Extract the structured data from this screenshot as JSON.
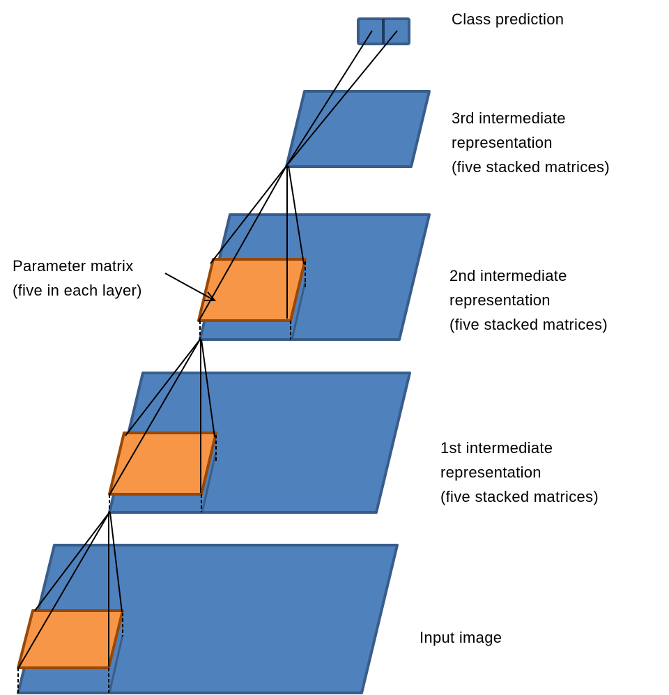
{
  "labels": {
    "class_prediction": "Class prediction",
    "layer3": [
      "3rd intermediate",
      "representation",
      "(five stacked matrices)"
    ],
    "layer2": [
      "2nd intermediate",
      "representation",
      "(five stacked matrices)"
    ],
    "layer1": [
      "1st intermediate",
      "representation",
      "(five stacked matrices)"
    ],
    "input": "Input image",
    "parameter": [
      "Parameter matrix",
      "(five in each layer)"
    ]
  },
  "colors": {
    "layer_fill": "#4f81bd",
    "layer_stroke": "#385d8a",
    "kernel_fill": "#f79646",
    "kernel_stroke": "#984807"
  }
}
